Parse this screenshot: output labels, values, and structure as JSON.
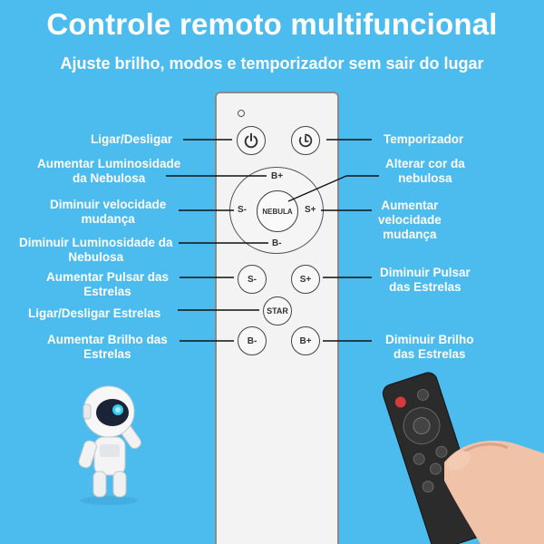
{
  "header": {
    "title": "Controle remoto multifuncional",
    "subtitle": "Ajuste brilho, modos e temporizador sem sair do lugar"
  },
  "remote": {
    "buttons": {
      "b_plus": "B+",
      "b_minus": "B-",
      "s_minus": "S-",
      "s_plus": "S+",
      "nebula": "NEBULA",
      "pulse_s_minus": "S-",
      "pulse_s_plus": "S+",
      "star": "STAR",
      "bright_b_minus": "B-",
      "bright_b_plus": "B+"
    },
    "icons": {
      "power": "power-icon",
      "timer": "timer-icon"
    }
  },
  "labels": {
    "left": {
      "power": "Ligar/Desligar",
      "nebula_up_1": "Aumentar Luminosidade",
      "nebula_up_2": "da Nebulosa",
      "speed_down_1": "Diminuir velocidade",
      "speed_down_2": "mudança",
      "nebula_down_1": "Diminuir Luminosidade da",
      "nebula_down_2": "Nebulosa",
      "pulse_up_1": "Aumentar Pulsar das",
      "pulse_up_2": "Estrelas",
      "stars_toggle": "Ligar/Desligar Estrelas",
      "bright_up_1": "Aumentar Brilho das",
      "bright_up_2": "Estrelas"
    },
    "right": {
      "timer": "Temporizador",
      "color_1": "Alterar cor da",
      "color_2": "nebulosa",
      "speed_up_1": "Aumentar",
      "speed_up_2": "velocidade",
      "speed_up_3": "mudança",
      "pulse_down_1": "Diminuir Pulsar",
      "pulse_down_2": "das Estrelas",
      "bright_down_1": "Diminuir Brilho",
      "bright_down_2": "das Estrelas"
    }
  },
  "colors": {
    "background": "#4cbcef",
    "text": "#ffffff",
    "remote_body": "#f3f3f3",
    "leader_line": "#111111"
  }
}
